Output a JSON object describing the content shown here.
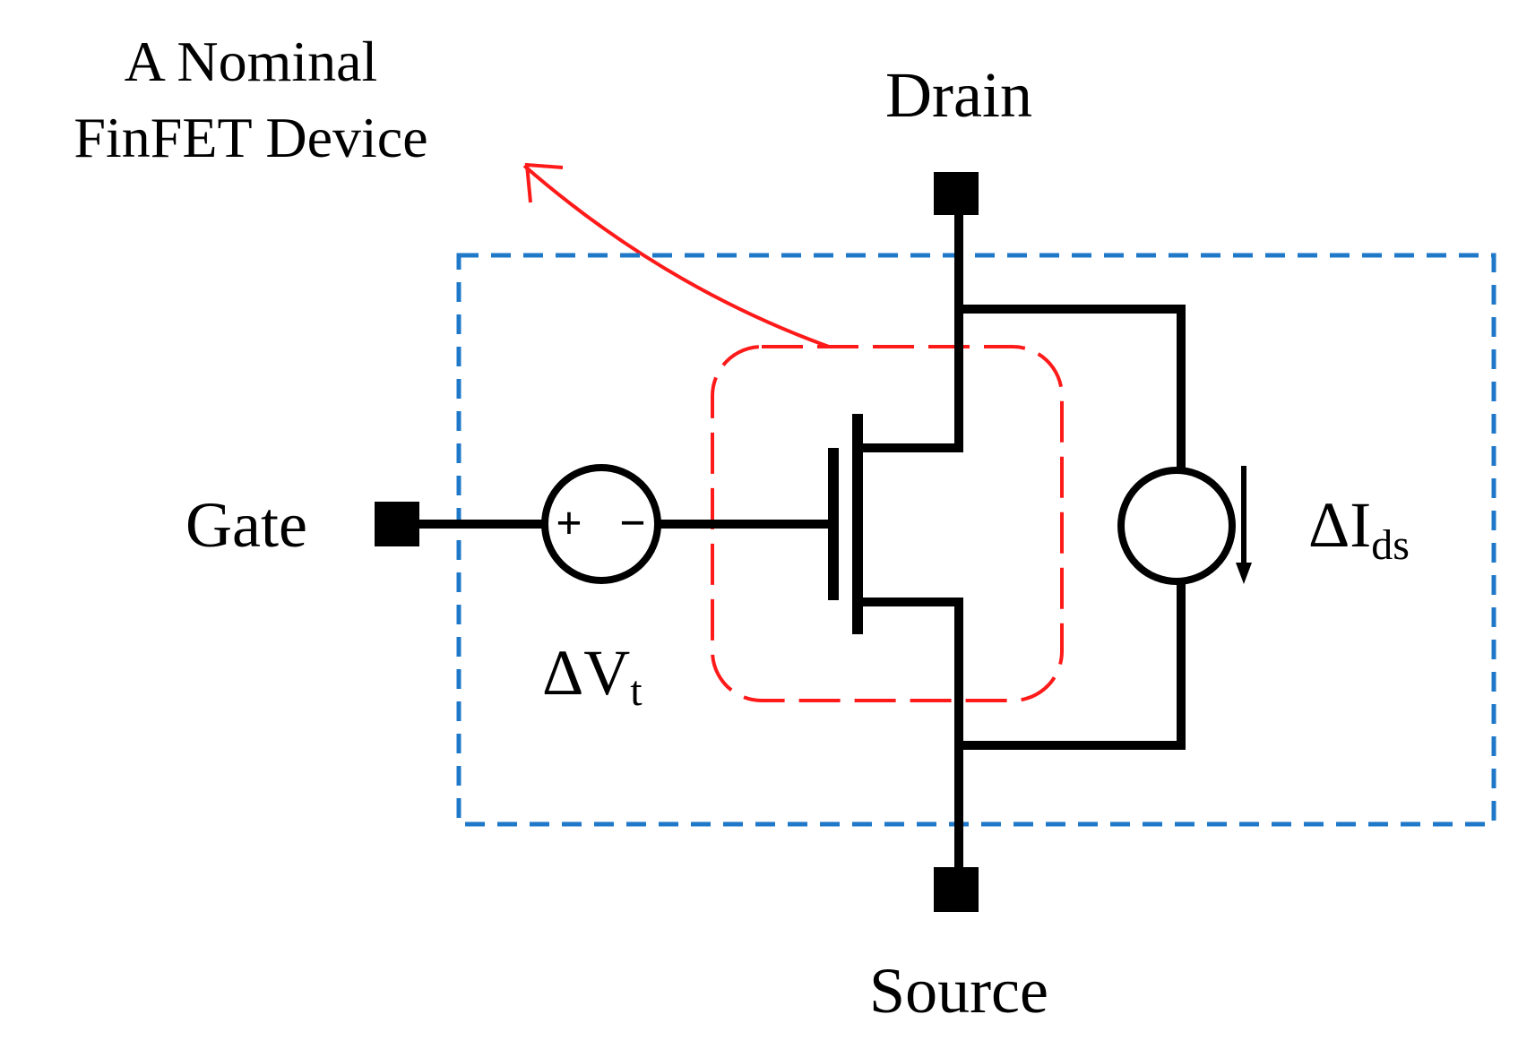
{
  "annotation": {
    "line1": "A Nominal",
    "line2": "FinFET Device"
  },
  "terminals": {
    "drain": "Drain",
    "source": "Source",
    "gate": "Gate"
  },
  "sources": {
    "voltage": {
      "symbol": "ΔV",
      "subscript": "t",
      "plus": "+",
      "minus": "−"
    },
    "current": {
      "symbol": "ΔI",
      "subscript": "ds"
    }
  },
  "colors": {
    "wire": "#000000",
    "nominal_device_outline": "#ff1a1a",
    "variation_model_outline": "#1f78c8",
    "annotation_arrow": "#ff1a1a"
  }
}
